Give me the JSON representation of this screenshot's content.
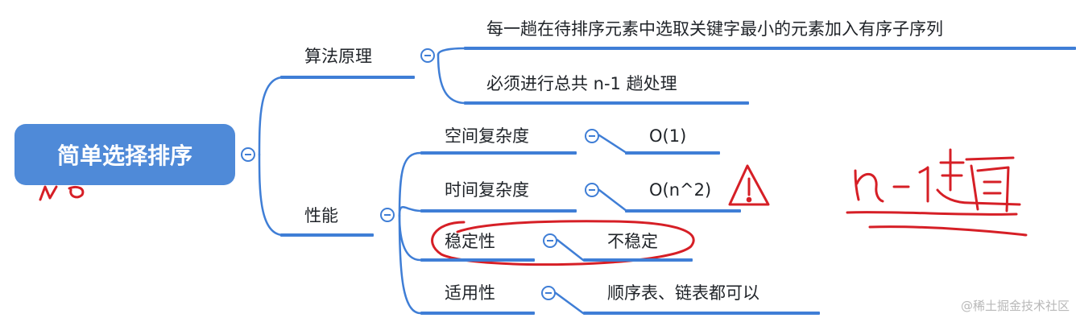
{
  "root": {
    "label": "简单选择排序"
  },
  "branches": [
    {
      "label": "算法原理",
      "children": [
        "每一趟在待排序元素中选取关键字最小的元素加入有序子序列",
        "必须进行总共 n-1 趟处理"
      ]
    },
    {
      "label": "性能",
      "children": [
        {
          "label": "空间复杂度",
          "value": "O(1)"
        },
        {
          "label": "时间复杂度",
          "value": "O(n^2)"
        },
        {
          "label": "稳定性",
          "value": "不稳定"
        },
        {
          "label": "适用性",
          "value": "顺序表、链表都可以"
        }
      ]
    }
  ],
  "annotations": {
    "handwritten_note": "n-1 趟",
    "warning_symbol": "!"
  },
  "watermark": "@稀土掘金技术社区",
  "colors": {
    "node_fill": "#4f8ad8",
    "line": "#3f7ed6",
    "annotation": "#d61f26",
    "text": "#1f2328"
  }
}
